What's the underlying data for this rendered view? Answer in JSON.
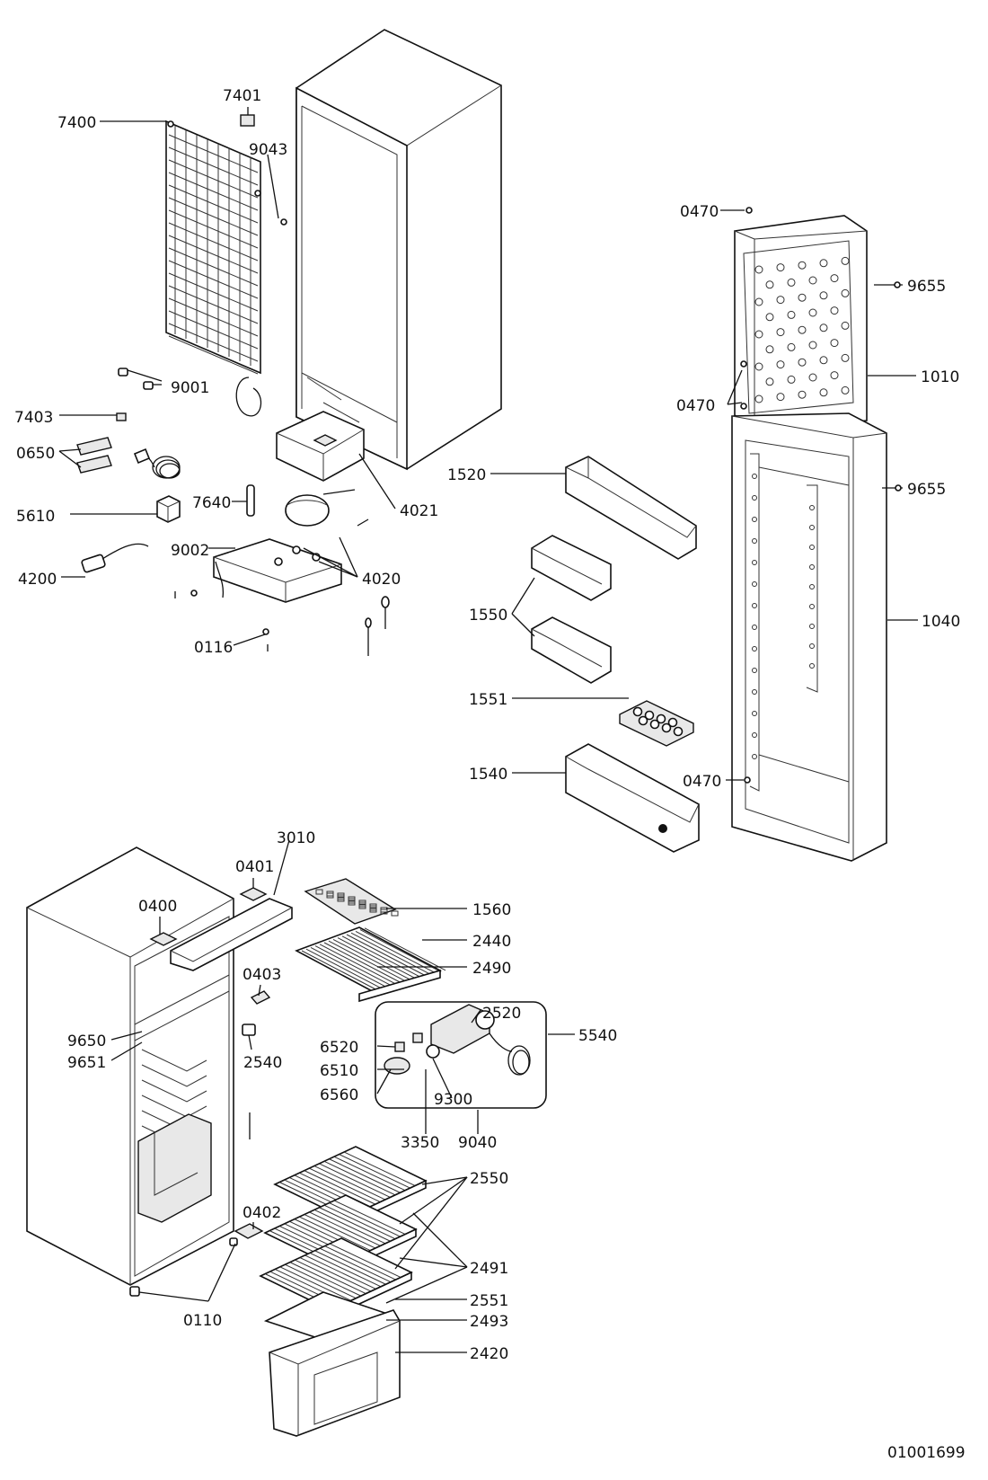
{
  "diagram_id": "01001699",
  "labels": {
    "l7401": "7401",
    "l7400": "7400",
    "l9043": "9043",
    "l9001": "9001",
    "l7403": "7403",
    "l0650": "0650",
    "l5610": "5610",
    "l7640": "7640",
    "l4021": "4021",
    "l9002": "9002",
    "l4020": "4020",
    "l4200": "4200",
    "l0116": "0116",
    "l0470a": "0470",
    "l9655a": "9655",
    "l1010": "1010",
    "l0470b": "0470",
    "l1520": "1520",
    "l9655b": "9655",
    "l1550": "1550",
    "l1040": "1040",
    "l1551": "1551",
    "l1540": "1540",
    "l0470c": "0470",
    "l3010": "3010",
    "l0401": "0401",
    "l0400": "0400",
    "l1560": "1560",
    "l2440": "2440",
    "l2490": "2490",
    "l0403": "0403",
    "l2520": "2520",
    "l5540": "5540",
    "l9650": "9650",
    "l9651": "9651",
    "l6520": "6520",
    "l2540": "2540",
    "l6510": "6510",
    "l6560": "6560",
    "l9300": "9300",
    "l3350": "3350",
    "l9040": "9040",
    "l2550": "2550",
    "l0402": "0402",
    "l2491": "2491",
    "l2551": "2551",
    "l0110": "0110",
    "l2493": "2493",
    "l2420": "2420"
  }
}
